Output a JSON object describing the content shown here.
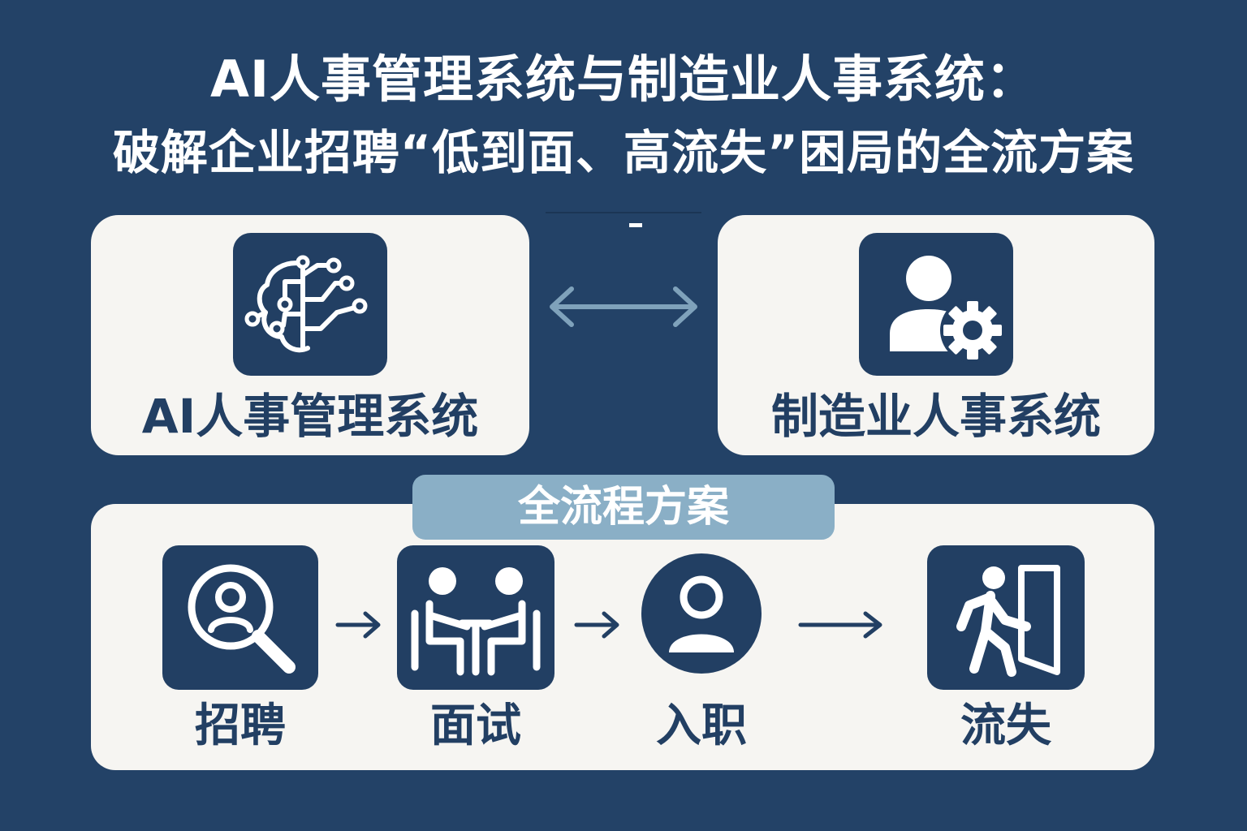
{
  "title": {
    "line1": "AI人事管理系统与制造业人事系统：",
    "line2": "破解企业招聘“低到面、高流失”困局的全流方案"
  },
  "systems": {
    "ai": {
      "label": "AI人事管理系统",
      "icon": "ai-brain-circuit-icon"
    },
    "manufacturing": {
      "label": "制造业人事系统",
      "icon": "user-gear-icon"
    }
  },
  "flow": {
    "tag": "全流程方案",
    "steps": [
      {
        "label": "招聘",
        "icon": "magnifier-person-icon"
      },
      {
        "label": "面试",
        "icon": "interview-people-icon"
      },
      {
        "label": "入职",
        "icon": "person-circle-icon"
      },
      {
        "label": "流失",
        "icon": "exit-door-icon"
      }
    ]
  },
  "colors": {
    "background": "#234267",
    "card": "#f6f5f2",
    "icon_tile": "#223f63",
    "accent": "#8aafc6"
  }
}
